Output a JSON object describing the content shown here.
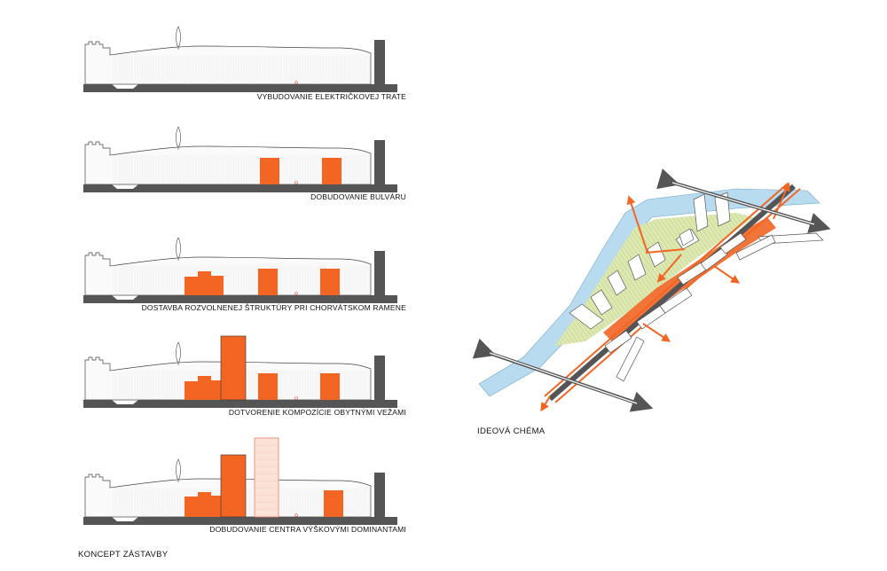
{
  "sections": [
    {
      "caption": "VYBUDOVANIE ELEKTRIČKOVEJ TRATE"
    },
    {
      "caption": "DOBUDOVANIE BULVÁRU"
    },
    {
      "caption": "DOSTAVBA ROZVOLNENEJ ŠTRUKTÚRY PRI CHORVÁTSKOM RAMENE"
    },
    {
      "caption": "DOTVORENIE KOMPOZÍCIE OBYTNÝMI VEŽAMI"
    },
    {
      "caption": "DOBUDOVANIE CENTRA VÝŠKOVÝMI DOMINANTAMI"
    }
  ],
  "labels": {
    "concept": "KONCEPT ZÁSTAVBY",
    "schema": "IDEOVÁ CHÉMA"
  },
  "colors": {
    "orange": "#f26522",
    "dark": "#4d4d4d",
    "river": "#b9dbef",
    "green": "#dde8b2",
    "arrow": "#555555"
  }
}
